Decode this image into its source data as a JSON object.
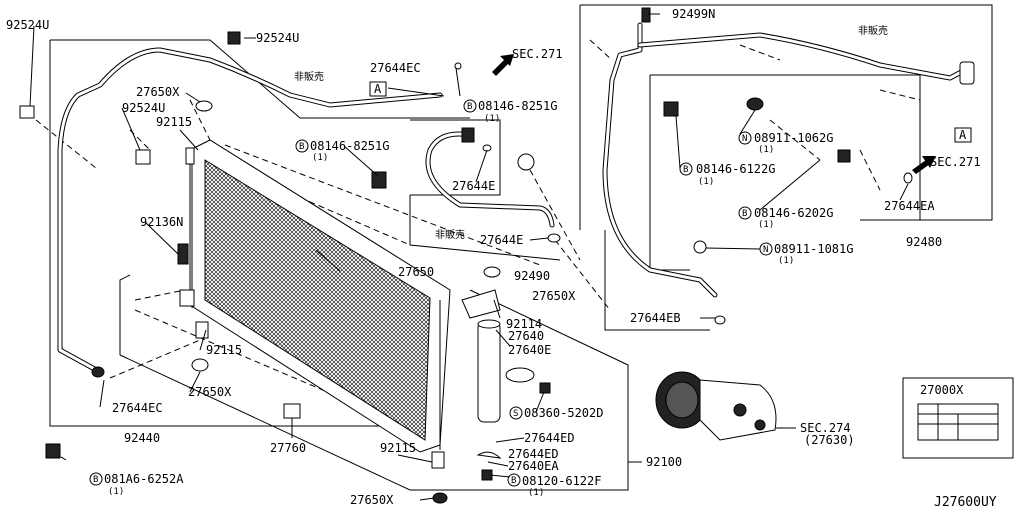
{
  "diagram_code": "J27600UY",
  "labels": {
    "p92524u_a": "92524U",
    "p92524u_b": "92524U",
    "p92524u_c": "92524U",
    "p92499n": "92499N",
    "p27650x_a": "27650X",
    "p27650x_b": "27650X",
    "p27650x_c": "27650X",
    "p27650x_d": "27650X",
    "p27644ec_a": "27644EC",
    "p27644ec_b": "27644EC",
    "p27644e_a": "27644E",
    "p27644e_b": "27644E",
    "p27644eb": "27644EB",
    "p27644ea": "27644EA",
    "p27644ed_a": "27644ED",
    "p27644ed_b": "27644ED",
    "p27640": "27640",
    "p27640e": "27640E",
    "p27640ea": "27640EA",
    "p27650": "27650",
    "p27760": "27760",
    "p27000x": "27000X",
    "p92115_a": "92115",
    "p92115_b": "92115",
    "p92115_c": "92115",
    "p92136n": "92136N",
    "p92114": "92114",
    "p92490": "92490",
    "p92480": "92480",
    "p92440": "92440",
    "p92100": "92100",
    "sec271_a": "SEC.271",
    "sec271_b": "SEC.271",
    "sec274": "SEC.274",
    "sec274_sub": "(27630)",
    "b08146_8251g_a": "08146-8251G",
    "b08146_8251g_b": "08146-8251G",
    "b08146_6122g": "08146-6122G",
    "b08146_6202g": "08146-6202G",
    "b081a6_6252a": "081A6-6252A",
    "b08120_6122f": "08120-6122F",
    "n08911_1062g": "08911-1062G",
    "n08911_1081g": "08911-1081G",
    "s08360_5202d": "08360-5202D",
    "qty_1": "(1)",
    "not_for_sale": "非販売",
    "ref_a": "A",
    "circle_b": "B",
    "circle_n": "N",
    "circle_s": "S"
  }
}
